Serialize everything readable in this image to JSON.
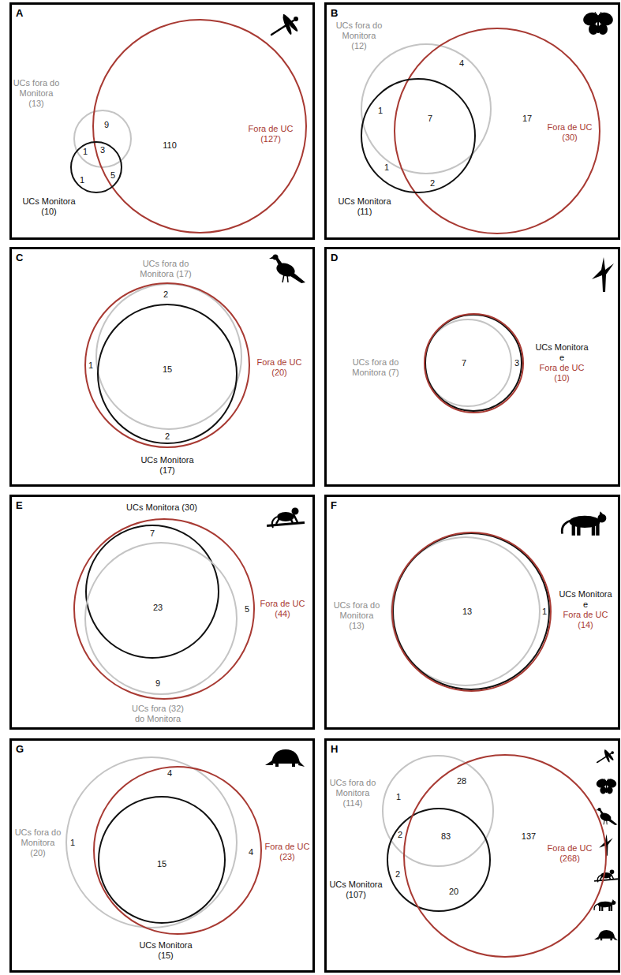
{
  "diagram": {
    "nodes": [
      {
        "text": [
          "A"
        ]
      },
      {
        "text": [
          "UCs fora do Monitora (13)"
        ],
        "in": 0
      },
      {
        "text": [
          "Fora de UC (127)"
        ],
        "in": 0
      },
      {
        "text": [
          "UCs Monitora (10)"
        ],
        "in": 0
      },
      {
        "text": [
          "B"
        ]
      },
      {
        "text": [
          "UCs fora do Monitora (12)"
        ],
        "in": 4
      },
      {
        "text": [
          "Fora de UC (30)"
        ],
        "in": 4
      },
      {
        "text": [
          "UCs Monitora (11)"
        ],
        "in": 4
      },
      {
        "text": [
          "C"
        ]
      },
      {
        "text": [
          "UCs fora do Monitora (17)"
        ],
        "in": 8
      },
      {
        "text": [
          "Fora de UC (20)"
        ],
        "in": 8
      },
      {
        "text": [
          "UCs Monitora (17)"
        ],
        "in": 8
      },
      {
        "text": [
          "D"
        ]
      },
      {
        "text": [
          "UCs fora do Monitora (7)"
        ],
        "in": 12
      },
      {
        "text": [
          "UCs Monitora e"
        ],
        "in": 12
      },
      {
        "text": [
          "Fora de UC (10)"
        ],
        "in": 12
      },
      {
        "text": [
          "E"
        ]
      },
      {
        "text": [
          "UCs Monitora (30)"
        ],
        "in": 16
      },
      {
        "text": [
          "Fora de UC (44)"
        ],
        "in": 16
      },
      {
        "text": [
          "UCs fora (32) do Monitora"
        ],
        "in": 16
      },
      {
        "text": [
          "F"
        ]
      },
      {
        "text": [
          "UCs fora do Monitora (13)"
        ],
        "in": 20
      },
      {
        "text": [
          "UCs Monitora e"
        ],
        "in": 20
      },
      {
        "text": [
          "Fora de UC (14)"
        ],
        "in": 20
      },
      {
        "text": [
          "G"
        ]
      },
      {
        "text": [
          "UCs fora do Monitora (20)"
        ],
        "in": 24
      },
      {
        "text": [
          "Fora de UC (23)"
        ],
        "in": 24
      },
      {
        "text": [
          "UCs Monitora (15)"
        ],
        "in": 24
      },
      {
        "text": [
          "H"
        ]
      },
      {
        "text": [
          "UCs fora do Monitora (114)"
        ],
        "in": 28
      },
      {
        "text": [
          "UCs Monitora (107)"
        ],
        "in": 28
      },
      {
        "text": [
          "Fora de UC (268)"
        ],
        "in": 28
      }
    ],
    "labels": [
      "9",
      "1",
      "3",
      "1",
      "5",
      "110",
      "4",
      "1",
      "7",
      "17",
      "1",
      "2",
      "2",
      "1",
      "15",
      "2",
      "7",
      "3",
      "7",
      "23",
      "5",
      "9",
      "13",
      "1",
      "4",
      "1",
      "15",
      "4",
      "28",
      "1",
      "2",
      "83",
      "137",
      "2",
      "20"
    ]
  }
}
